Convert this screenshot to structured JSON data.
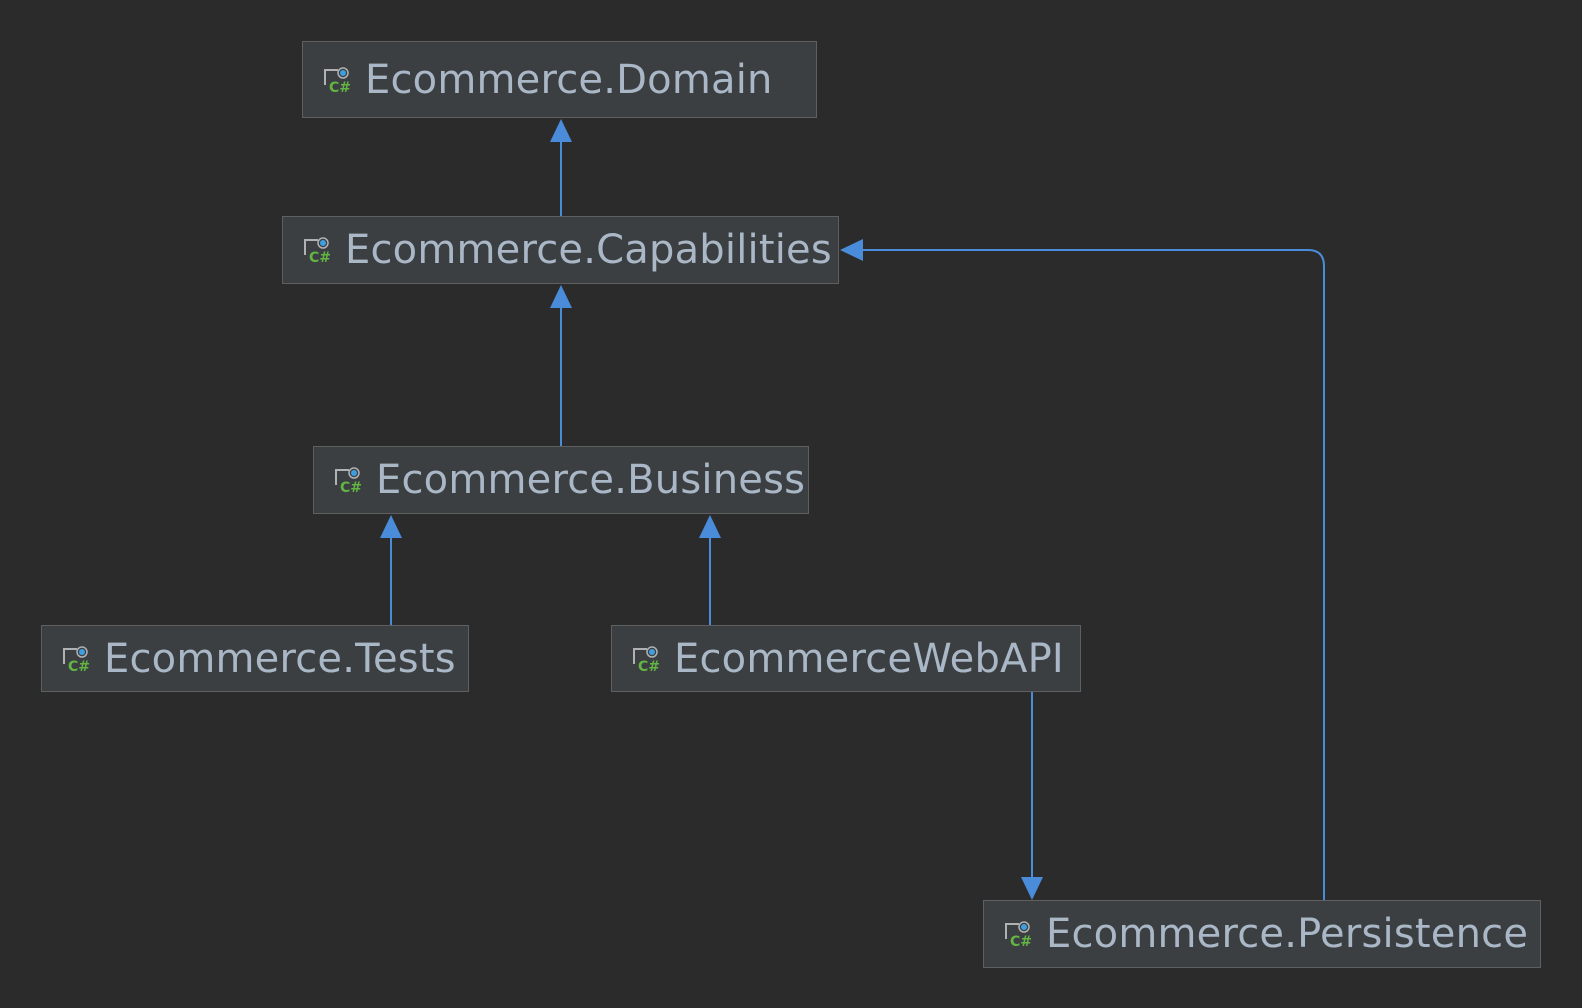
{
  "diagram": {
    "background": "#2b2b2b",
    "node_fill": "#3c3f41",
    "node_border": "#5e6060",
    "text_color": "#a9b7c6",
    "edge_color": "#4a8cd9",
    "icon": "csharp-project-icon",
    "nodes": [
      {
        "id": "domain",
        "label": "Ecommerce.Domain"
      },
      {
        "id": "capabilities",
        "label": "Ecommerce.Capabilities"
      },
      {
        "id": "business",
        "label": "Ecommerce.Business"
      },
      {
        "id": "tests",
        "label": "Ecommerce.Tests"
      },
      {
        "id": "webapi",
        "label": "EcommerceWebAPI"
      },
      {
        "id": "persistence",
        "label": "Ecommerce.Persistence"
      }
    ],
    "edges": [
      {
        "from": "capabilities",
        "to": "domain"
      },
      {
        "from": "business",
        "to": "capabilities"
      },
      {
        "from": "tests",
        "to": "business"
      },
      {
        "from": "webapi",
        "to": "business"
      },
      {
        "from": "webapi",
        "to": "persistence"
      },
      {
        "from": "persistence",
        "to": "capabilities"
      }
    ]
  }
}
